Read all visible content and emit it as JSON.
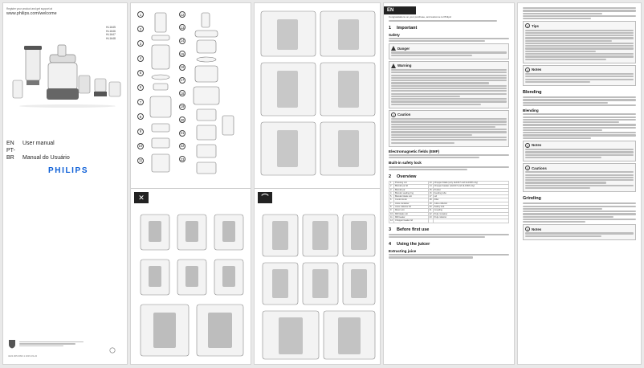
{
  "cover": {
    "header_small": "Register your product and get support at",
    "website": "www.philips.com/welcome",
    "models": [
      "HL1645",
      "HL1646",
      "HL1647",
      "HL1648"
    ],
    "lang_en": "EN",
    "lang_pt": "PT-BR",
    "manual_en": "User manual",
    "manual_pt": "Manual do Usuário",
    "brand": "PHILIPS",
    "footer_code": "4222.005.0093.1 2015-03-22"
  },
  "diagram": {
    "part_numbers": [
      "1",
      "2",
      "3",
      "4",
      "5",
      "6",
      "7",
      "8",
      "9",
      "10",
      "11",
      "12",
      "13",
      "14",
      "15",
      "16",
      "17",
      "18",
      "19",
      "20",
      "21",
      "22",
      "23"
    ],
    "panel_icons": [
      "x-icon",
      "cup-icon"
    ]
  },
  "en": {
    "tab": "EN",
    "intro": "Congratulations on your purchase, and welcome to Philips!",
    "section1_num": "1",
    "section1": "Important",
    "safety": "Safety",
    "danger": "Danger",
    "warning": "Warning",
    "caution": "Caution",
    "emf": "Electromagnetic fields (EMF)",
    "builtin": "Built-in safety lock",
    "section2_num": "2",
    "section2": "Overview",
    "overview": [
      [
        "1",
        "Pressing rod",
        "13",
        "Chopper blade (only HL1647 and HL1648 only)"
      ],
      [
        "2",
        "Blender jar lid",
        "14",
        "Chopper beaker (HL1647 and HL1648 only)"
      ],
      [
        "3",
        "Blender jar",
        "15",
        "Pusher"
      ],
      [
        "4",
        "Blender sealing ring",
        "16",
        "Feeding tube"
      ],
      [
        "5",
        "Blender blade unit",
        "17",
        "Lid"
      ],
      [
        "6",
        "Control knob",
        "18",
        "Filter"
      ],
      [
        "7",
        "Juice container",
        "19",
        "Juice collector"
      ],
      [
        "8",
        "Juice collector lid",
        "20",
        "Safety lock"
      ],
      [
        "9",
        "Motor unit",
        "21",
        "Coupling"
      ],
      [
        "10",
        "Mill blade unit",
        "22",
        "Pulp container"
      ],
      [
        "11",
        "Mill beaker",
        "23",
        "Pulp collector"
      ],
      [
        "12",
        "Chopper beaker lid",
        "",
        ""
      ]
    ],
    "section3_num": "3",
    "section3": "Before first use",
    "section4_num": "4",
    "section4": "Using the juicer",
    "extracting": "Extracting juice"
  },
  "en2": {
    "tips": "Tips",
    "notes1": "Notes",
    "blending": "Blending",
    "blending_sub": "Blending",
    "notes2": "Notes",
    "cautions": "Cautions",
    "grinding": "Grinding",
    "notes3": "Notes"
  }
}
